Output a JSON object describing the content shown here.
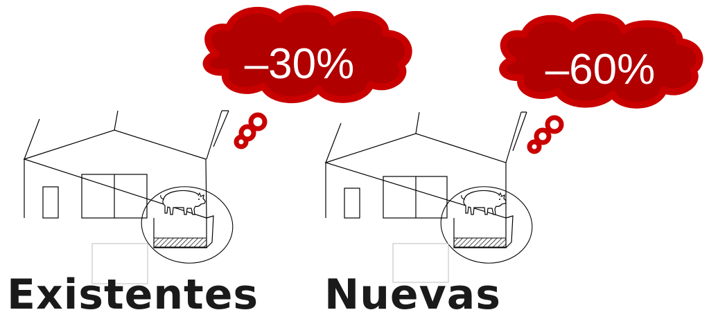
{
  "panels": [
    {
      "label": "Existentes",
      "reduction": "–30%"
    },
    {
      "label": "Nuevas",
      "reduction": "–60%"
    }
  ],
  "colors": {
    "cloud_fill": "#b00000",
    "cloud_stroke": "#c80000",
    "line": "#000000",
    "label": "#1a1a1a"
  },
  "icons": [
    "barn-icon",
    "pig-icon",
    "thought-cloud-icon",
    "slurry-pit-icon"
  ]
}
